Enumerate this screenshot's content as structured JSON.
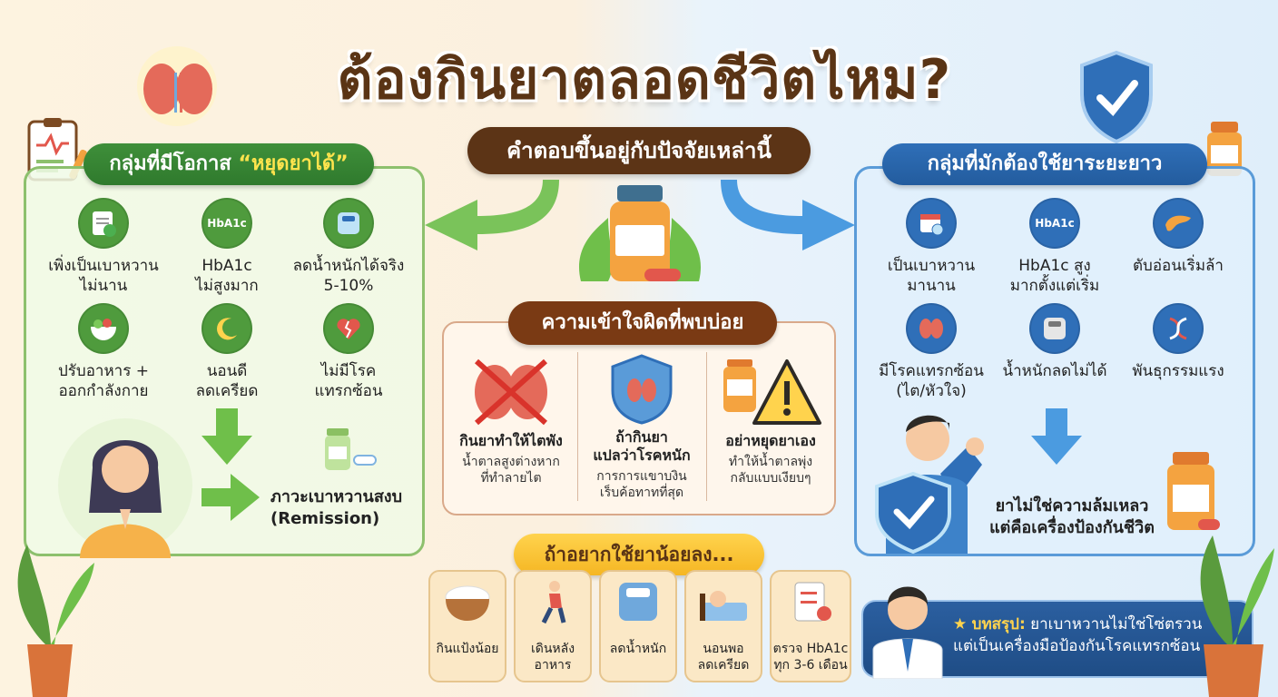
{
  "title": "ต้องกินยาตลอดชีวิตไหม?",
  "subtitle": "คำตอบขึ้นอยู่กับปัจจัยเหล่านี้",
  "left_panel": {
    "heading_prefix": "กลุ่มที่มีโอกาส ",
    "heading_highlight": "“หยุดยาได้”",
    "items": [
      {
        "icon": "clipboard-check-icon",
        "line1": "เพิ่งเป็นเบาหวาน",
        "line2": "ไม่นาน"
      },
      {
        "icon": "hba1c-icon",
        "icon_label": "HbA1c",
        "line1": "HbA1c",
        "line2": "ไม่สูงมาก"
      },
      {
        "icon": "scale-icon",
        "line1": "ลดน้ำหนักได้จริง",
        "line2": "5-10%"
      },
      {
        "icon": "salad-bowl-icon",
        "line1": "ปรับอาหาร +",
        "line2": "ออกกำลังกาย"
      },
      {
        "icon": "moon-sleep-icon",
        "line1": "นอนดี",
        "line2": "ลดเครียด"
      },
      {
        "icon": "broken-heart-icon",
        "line1": "ไม่มีโรค",
        "line2": "แทรกซ้อน"
      }
    ],
    "result_line1": "ภาวะเบาหวานสงบ",
    "result_line2": "(Remission)"
  },
  "right_panel": {
    "heading": "กลุ่มที่มักต้องใช้ยาระยะยาว",
    "items": [
      {
        "icon": "calendar-clock-icon",
        "line1": "เป็นเบาหวาน",
        "line2": "มานาน"
      },
      {
        "icon": "hba1c-icon",
        "icon_label": "HbA1c",
        "line1": "HbA1c สูง",
        "line2": "มากตั้งแต่เริ่ม"
      },
      {
        "icon": "pancreas-icon",
        "line1": "ตับอ่อนเริ่มล้า",
        "line2": ""
      },
      {
        "icon": "kidney-icon",
        "line1": "มีโรคแทรกซ้อน",
        "line2": "(ไต/หัวใจ)"
      },
      {
        "icon": "scale-icon",
        "line1": "น้ำหนักลดไม่ได้",
        "line2": ""
      },
      {
        "icon": "dna-icon",
        "line1": "พันธุกรรมแรง",
        "line2": ""
      }
    ],
    "result_line1": "ยาไม่ใช่ความล้มเหลว",
    "result_line2": "แต่คือเครื่องป้องกันชีวิต"
  },
  "myths": {
    "heading": "ความเข้าใจผิดที่พบบ่อย",
    "items": [
      {
        "icon": "crossed-kidney-icon",
        "title": "กินยาทำให้ไตพัง",
        "sub1": "น้ำตาลสูงต่างหาก",
        "sub2": "ที่ทำลายไต"
      },
      {
        "icon": "kidney-shield-icon",
        "title": "ถ้ากินยา",
        "title2": "แปลว่าโรคหนัก",
        "sub1": "การการแขาบงิน",
        "sub2": "เร็บค้อทาทที่สุด"
      },
      {
        "icon": "warning-icon",
        "title": "อย่าหยุดยาเอง",
        "sub1": "ทำให้น้ำตาลพุ่ง",
        "sub2": "กลับแบบเงียบๆ"
      }
    ]
  },
  "tips": {
    "heading": "ถ้าอยากใช้ยาน้อยลง...",
    "items": [
      {
        "icon": "rice-bowl-icon",
        "line1": "กินแป้งน้อย",
        "line2": ""
      },
      {
        "icon": "walking-icon",
        "line1": "เดินหลัง",
        "line2": "อาหาร"
      },
      {
        "icon": "scale-icon",
        "line1": "ลดน้ำหนัก",
        "line2": ""
      },
      {
        "icon": "sleeping-icon",
        "line1": "นอนพอ",
        "line2": "ลดเครียด"
      },
      {
        "icon": "checklist-icon",
        "line1": "ตรวจ HbA1c",
        "line2": "ทุก 3-6 เดือน"
      }
    ]
  },
  "summary": {
    "label": "บทสรุป:",
    "text1": "ยาเบาหวานไม่ใช่โซ่ตรวน",
    "text2": "แต่เป็นเครื่องมือป้องกันโรคแทรกซ้อน"
  },
  "colors": {
    "green": "#3f8f3a",
    "blue": "#2f6fb8",
    "brown": "#5c3416",
    "yellow": "#ffd34d"
  }
}
